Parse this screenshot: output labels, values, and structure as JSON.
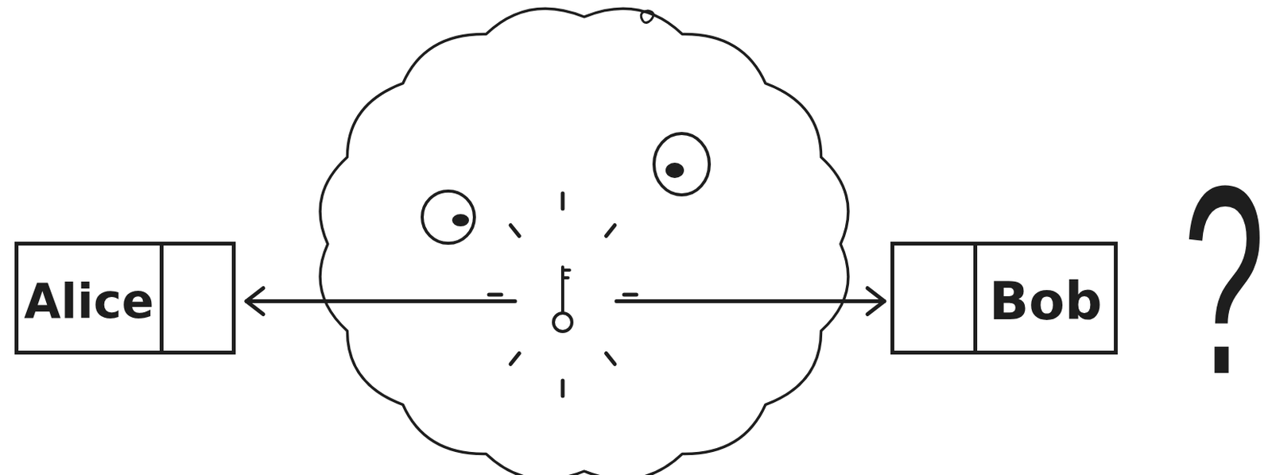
{
  "diagram": {
    "nodes": [
      {
        "text": [
          "Alice"
        ]
      },
      {
        "text": [
          "Bob"
        ]
      }
    ],
    "edges": [
      {
        "from": 0,
        "to": 1,
        "arrow": "both"
      }
    ],
    "labels": [
      "?"
    ]
  }
}
